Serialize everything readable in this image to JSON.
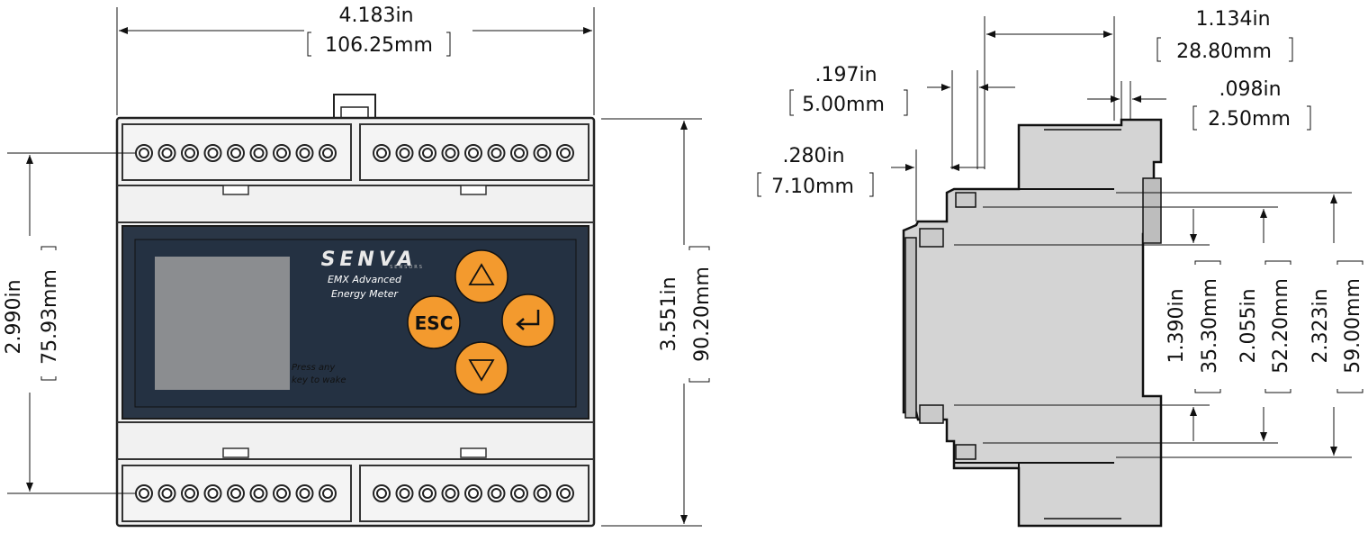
{
  "front_view": {
    "width_in": "4.183in",
    "width_mm": "106.25mm",
    "height_in": "3.551in",
    "height_mm": "90.20mm",
    "terminal_span_in": "2.990in",
    "terminal_span_mm": "75.93mm",
    "brand": "SENVA",
    "brand_sub": "SENSORS",
    "product_line1": "EMX Advanced",
    "product_line2": "Energy Meter",
    "wake_line1": "Press any",
    "wake_line2": "key to wake",
    "esc_label": "ESC",
    "up_glyph": "△",
    "down_glyph": "▽",
    "enter_glyph": "↵"
  },
  "side_view": {
    "depth_in": "1.134in",
    "depth_mm": "28.80mm",
    "dim_197_in": ".197in",
    "dim_197_mm": "5.00mm",
    "dim_098_in": ".098in",
    "dim_098_mm": "2.50mm",
    "dim_280_in": ".280in",
    "dim_280_mm": "7.10mm",
    "dim_1390_in": "1.390in",
    "dim_1390_mm": "35.30mm",
    "dim_2055_in": "2.055in",
    "dim_2055_mm": "52.20mm",
    "dim_2323_in": "2.323in",
    "dim_2323_mm": "59.00mm"
  },
  "colors": {
    "accent": "#f39a2e",
    "display_panel": "#243142",
    "screen": "#8b8d90",
    "housing": "#eeeeee",
    "side_body": "#d4d4d4"
  }
}
